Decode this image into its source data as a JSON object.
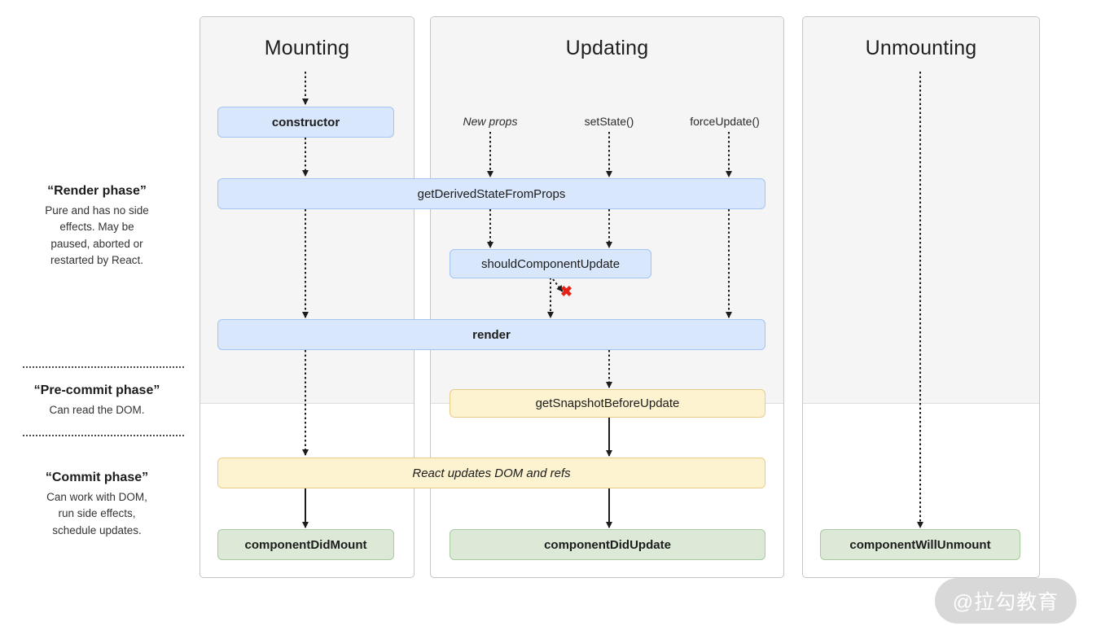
{
  "columns": {
    "mounting": {
      "title": "Mounting"
    },
    "updating": {
      "title": "Updating"
    },
    "unmounting": {
      "title": "Unmounting"
    }
  },
  "triggers": {
    "new_props": "New props",
    "set_state": "setState()",
    "force_update": "forceUpdate()"
  },
  "nodes": {
    "ctor": "constructor",
    "gdsfp": "getDerivedStateFromProps",
    "scu": "shouldComponentUpdate",
    "render": "render",
    "gsbu": "getSnapshotBeforeUpdate",
    "react_updates": "React updates DOM and refs",
    "cdm": "componentDidMount",
    "cdu": "componentDidUpdate",
    "cwu": "componentWillUnmount"
  },
  "reject_mark": "✖",
  "phases": {
    "render": {
      "title": "“Render phase”",
      "desc": "Pure and has no side\neffects. May be\npaused, aborted or\nrestarted by React."
    },
    "pre_commit": {
      "title": "“Pre-commit phase”",
      "desc": "Can read the DOM."
    },
    "commit": {
      "title": "“Commit phase”",
      "desc": "Can work with DOM,\nrun side effects,\nschedule updates."
    }
  },
  "watermark": "@拉勾教育",
  "colors": {
    "panel_bg": "#f5f5f6",
    "panel_border": "#c6c6c6",
    "blue_fill": "#d8e7fb",
    "blue_border": "#a2c5f2",
    "yellow_fill": "#fdf3d1",
    "yellow_border": "#e9cb88",
    "green_fill": "#dbe9d6",
    "green_border": "#a8c9a1",
    "arrow": "#1c1c1c",
    "reject_x": "#e32119",
    "watermark_bg": "#d8d8d8"
  }
}
